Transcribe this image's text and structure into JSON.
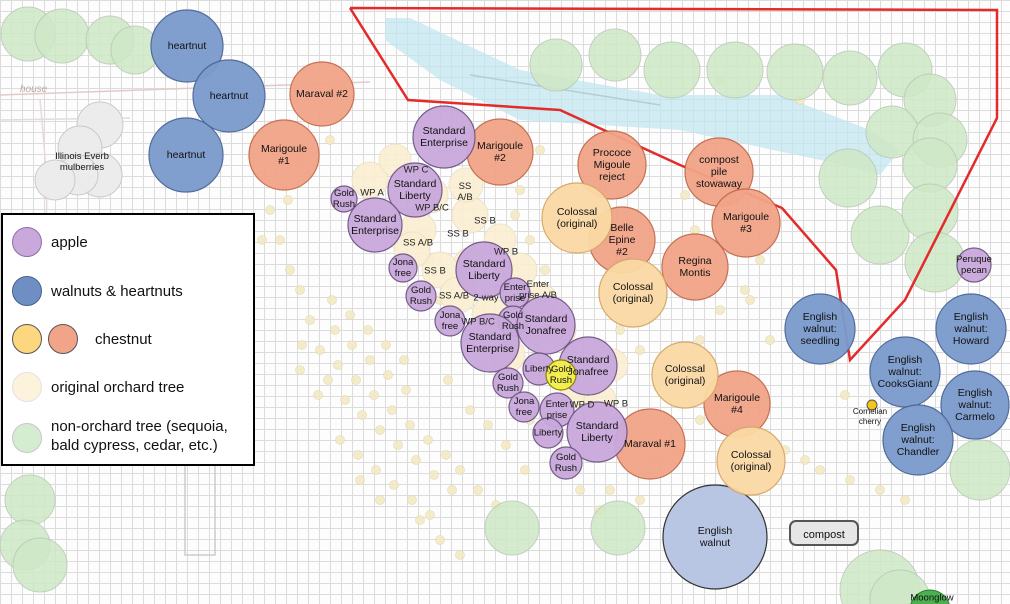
{
  "title": "",
  "legend": {
    "apple": "apple",
    "walnuts": "walnuts & heartnuts",
    "chestnut": "chestnut",
    "original": "original orchard tree",
    "nonorchard": "non-orchard tree (sequoia,\nbald cypress, cedar, etc.)"
  },
  "colors": {
    "apple": "#c9a8dc",
    "walnut": "#7b9bcc",
    "walnut_pale": "#b8c6e3",
    "chestnut_orange": "#f2a488",
    "chestnut_yellow": "#fbd9a5",
    "original": "#fbefd2",
    "nonorchard": "#cfe8c6",
    "boundary": "#e32b2b",
    "stream": "#bde4ee"
  },
  "labels": {
    "compost": "compost",
    "house": "house",
    "cornelian": "Cornelian\ncherry",
    "moonglow": "Moonglow"
  },
  "trees": [
    {
      "type": "walnut",
      "label": "heartnut"
    },
    {
      "type": "walnut",
      "label": "heartnut"
    },
    {
      "type": "walnut",
      "label": "heartnut"
    },
    {
      "type": "walnut",
      "label": "English\nwalnut:\nseedling"
    },
    {
      "type": "walnut",
      "label": "English\nwalnut:\nHoward"
    },
    {
      "type": "walnut",
      "label": "English\nwalnut:\nCooksGiant"
    },
    {
      "type": "walnut",
      "label": "English\nwalnut:\nCarmelo"
    },
    {
      "type": "walnut",
      "label": "English\nwalnut:\nChandler"
    },
    {
      "type": "walnut_pale",
      "label": "English\nwalnut"
    },
    {
      "type": "chestnut_orange",
      "label": "Maraval #2"
    },
    {
      "type": "chestnut_orange",
      "label": "Marigoule\n#1"
    },
    {
      "type": "chestnut_orange",
      "label": "Marigoule\n#2"
    },
    {
      "type": "chestnut_orange",
      "label": "Prococe\nMigoule\nreject"
    },
    {
      "type": "chestnut_orange",
      "label": "compost\npile\nstowaway"
    },
    {
      "type": "chestnut_orange",
      "label": "Marigoule\n#3"
    },
    {
      "type": "chestnut_orange",
      "label": "Belle\nEpine\n#2"
    },
    {
      "type": "chestnut_orange",
      "label": "Regina\nMontis"
    },
    {
      "type": "chestnut_orange",
      "label": "Marigoule\n#4"
    },
    {
      "type": "chestnut_orange",
      "label": "Maraval #1"
    },
    {
      "type": "chestnut_yellow",
      "label": "Colossal\n(original)"
    },
    {
      "type": "chestnut_yellow",
      "label": "Colossal\n(original)"
    },
    {
      "type": "chestnut_yellow",
      "label": "Colossal\n(original)"
    },
    {
      "type": "chestnut_yellow",
      "label": "Colossal\n(original)"
    },
    {
      "type": "apple",
      "label": "Standard\nEnterprise"
    },
    {
      "type": "apple",
      "label": "Standard\nLiberty"
    },
    {
      "type": "apple",
      "label": "Standard\nEnterprise"
    },
    {
      "type": "apple",
      "label": "Gold\nRush"
    },
    {
      "type": "apple",
      "label": "Jona\nfree"
    },
    {
      "type": "apple",
      "label": "Gold\nRush"
    },
    {
      "type": "apple",
      "label": "Jona\nfree"
    },
    {
      "type": "apple",
      "label": "Standard\nLiberty"
    },
    {
      "type": "apple",
      "label": "Enter\nprise"
    },
    {
      "type": "apple",
      "label": "Gold\nRush"
    },
    {
      "type": "apple",
      "label": "Standard\nJonafree"
    },
    {
      "type": "apple",
      "label": "Standard\nEnterprise"
    },
    {
      "type": "apple",
      "label": "Liberty"
    },
    {
      "type": "apple",
      "label": "Standard\nJonafree"
    },
    {
      "type": "apple",
      "label": "Gold\nRush"
    },
    {
      "type": "apple",
      "label": "Jona\nfree"
    },
    {
      "type": "apple",
      "label": "Enter\nprise"
    },
    {
      "type": "apple",
      "label": "Liberty"
    },
    {
      "type": "apple",
      "label": "Standard\nLiberty"
    },
    {
      "type": "apple",
      "label": "Gold\nRush"
    },
    {
      "type": "apple",
      "label": "Peruque\npecan"
    },
    {
      "type": "apple_gold",
      "label": "Gold\nRush"
    },
    {
      "type": "nonorchard_gray",
      "label": "Illinois Everb\nmulberries"
    }
  ],
  "small_labels": [
    "WP A",
    "WP C",
    "SS\nA/B",
    "WP B/C",
    "SS B",
    "SS A/B",
    "SS B",
    "WP B",
    "SS B",
    "SS A/B",
    "Enter\nprise A/B",
    "WP B/C",
    "WP D",
    "WP B",
    "2-way"
  ]
}
